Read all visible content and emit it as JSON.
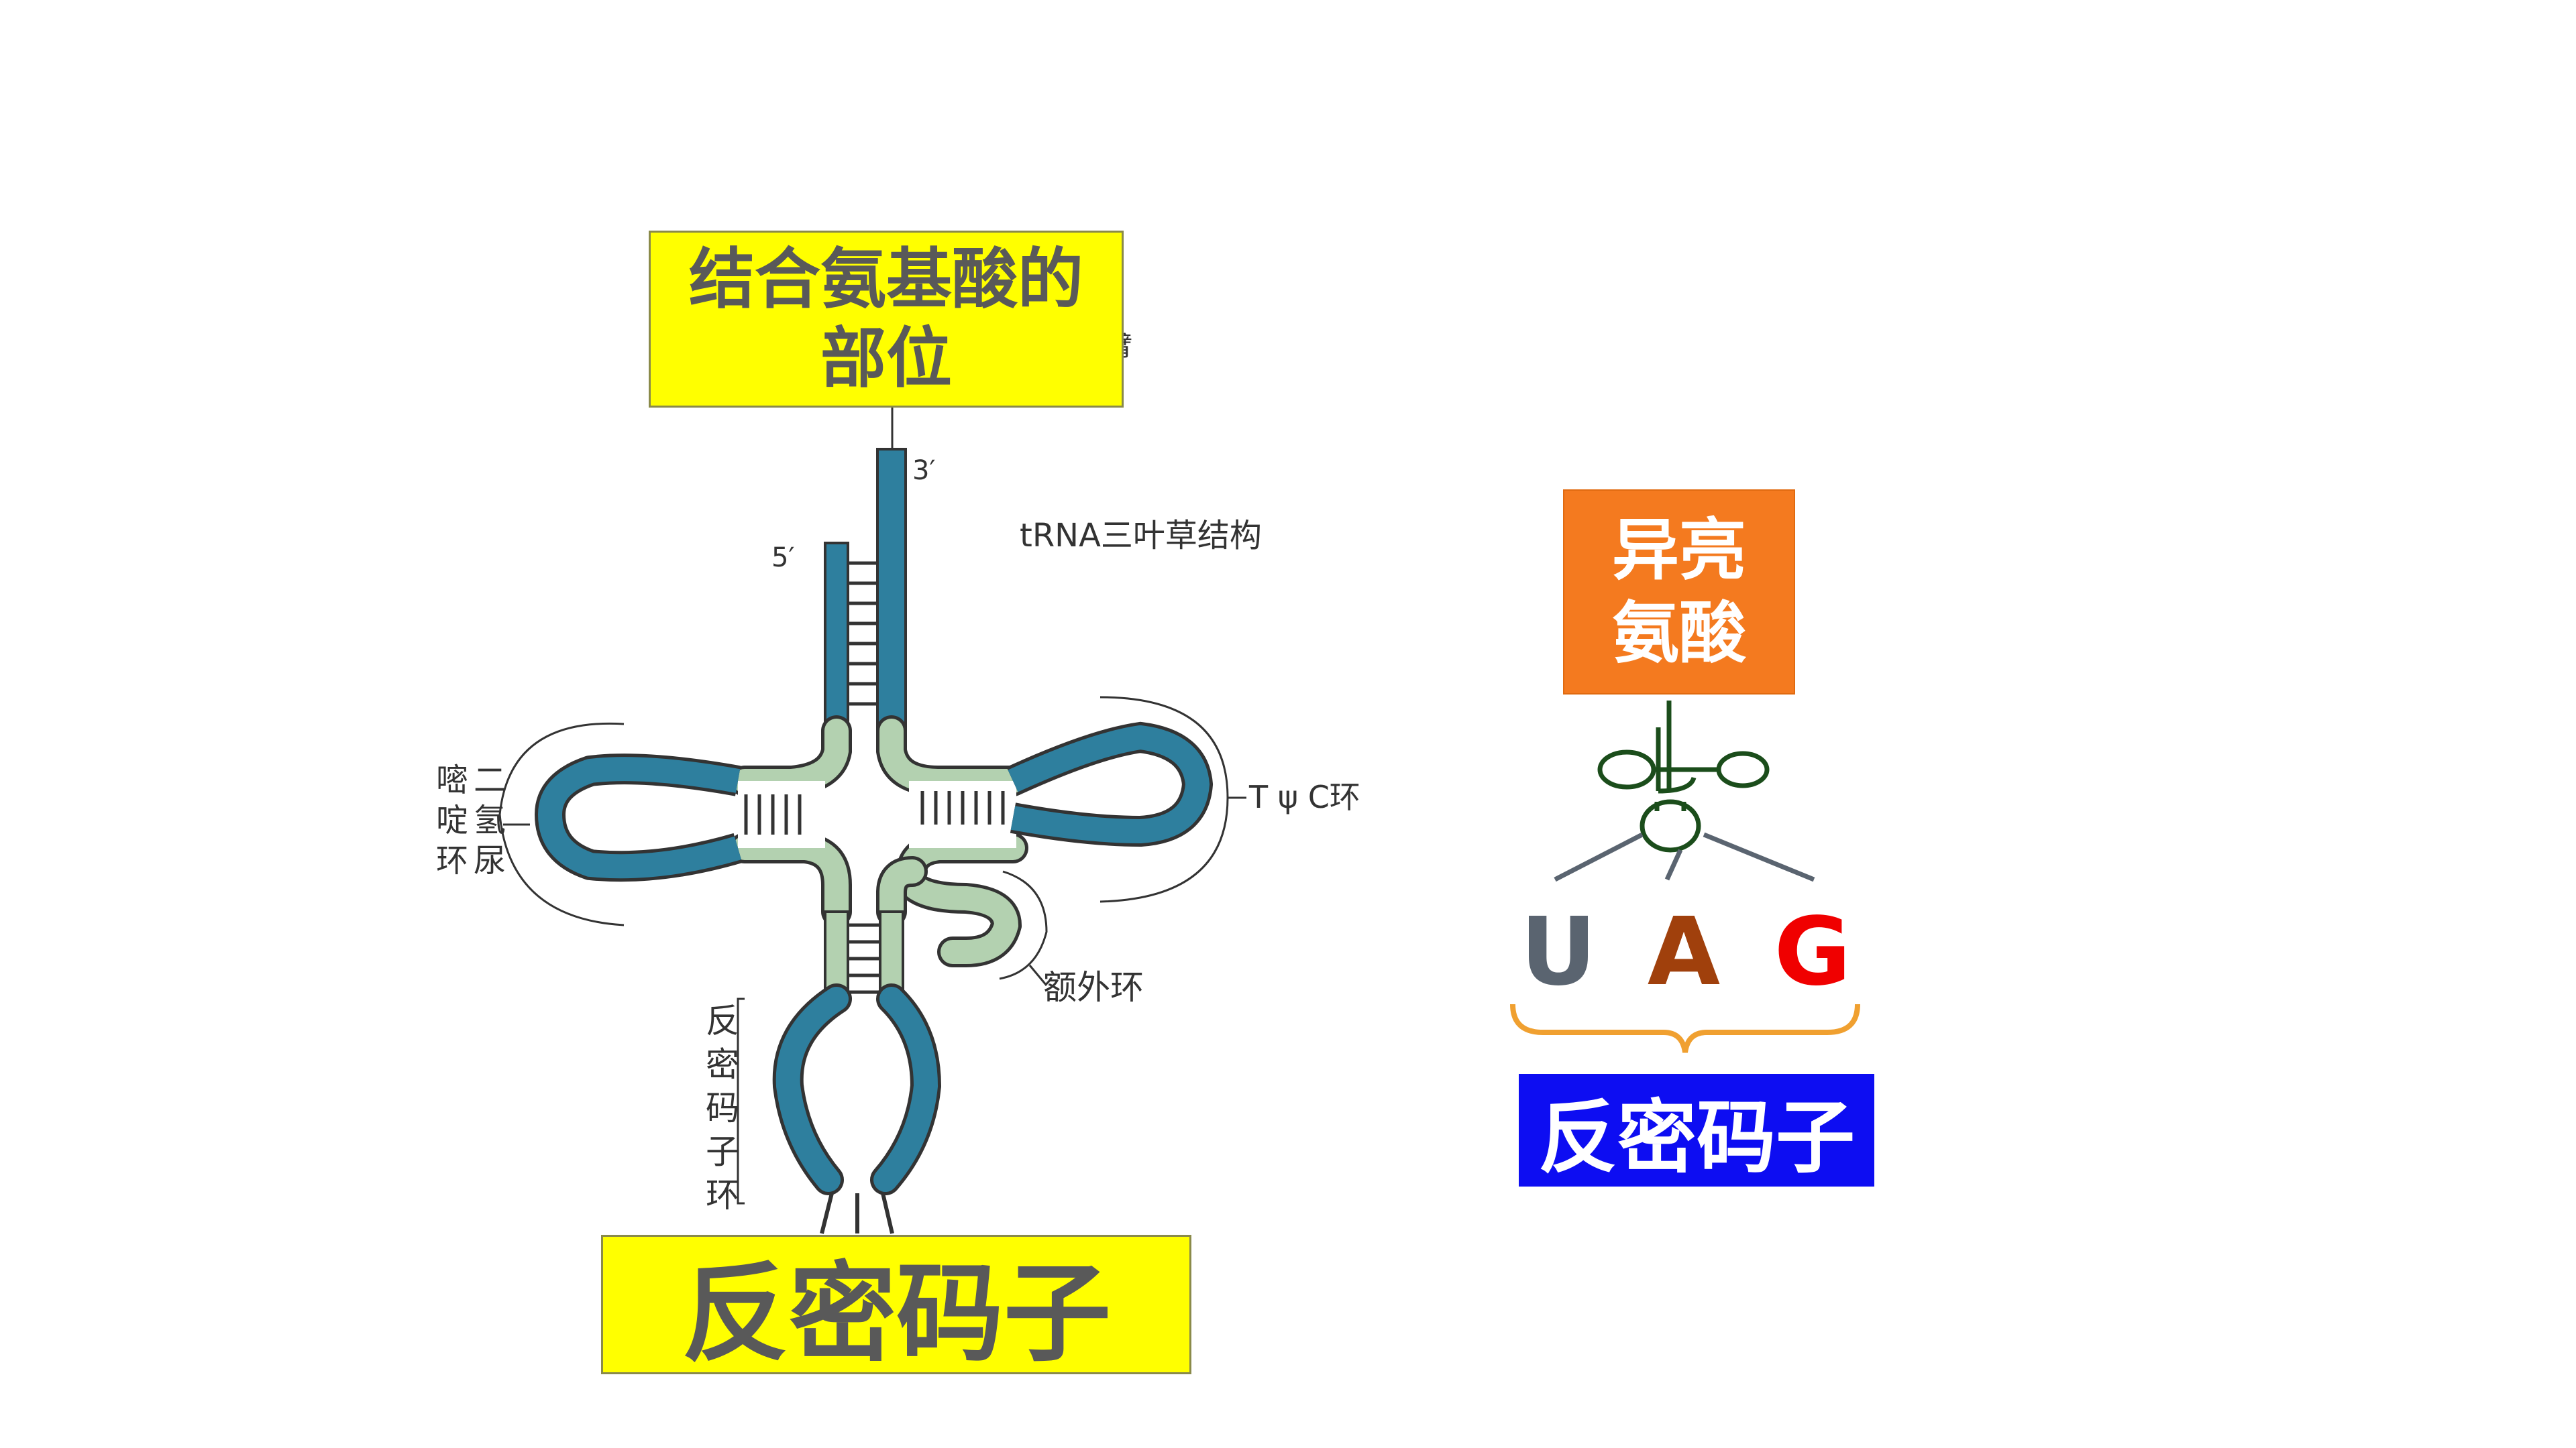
{
  "binding_site": {
    "line1": "结合氨基酸的",
    "line2": "部位"
  },
  "anticodon_box_left": "反密码子",
  "amino_acid": {
    "line1": "异亮",
    "line2": "氨酸"
  },
  "anticodon_box_right": "反密码子",
  "codon_letters": [
    {
      "text": "U",
      "color": "#5a6470"
    },
    {
      "text": "A",
      "color": "#a0400c"
    },
    {
      "text": "G",
      "color": "#f00000"
    }
  ],
  "diagram_labels": {
    "title": "tRNA三叶草结构",
    "three_prime": "3′",
    "five_prime": "5′",
    "dhu_loop": [
      "嘧",
      "啶",
      "环",
      "二",
      "氢",
      "尿"
    ],
    "tpsic_loop": "T ψ C环",
    "extra_loop": "额外环",
    "anticodon_loop": [
      "反",
      "密",
      "码",
      "子",
      "环"
    ],
    "arm_fragment": "臂"
  },
  "colors": {
    "stem_blue": "#2e7f9e",
    "stem_green": "#b3d1b0",
    "outline": "#333333",
    "brace": "#f0a030",
    "mini_trna": "#1b4d1b"
  }
}
